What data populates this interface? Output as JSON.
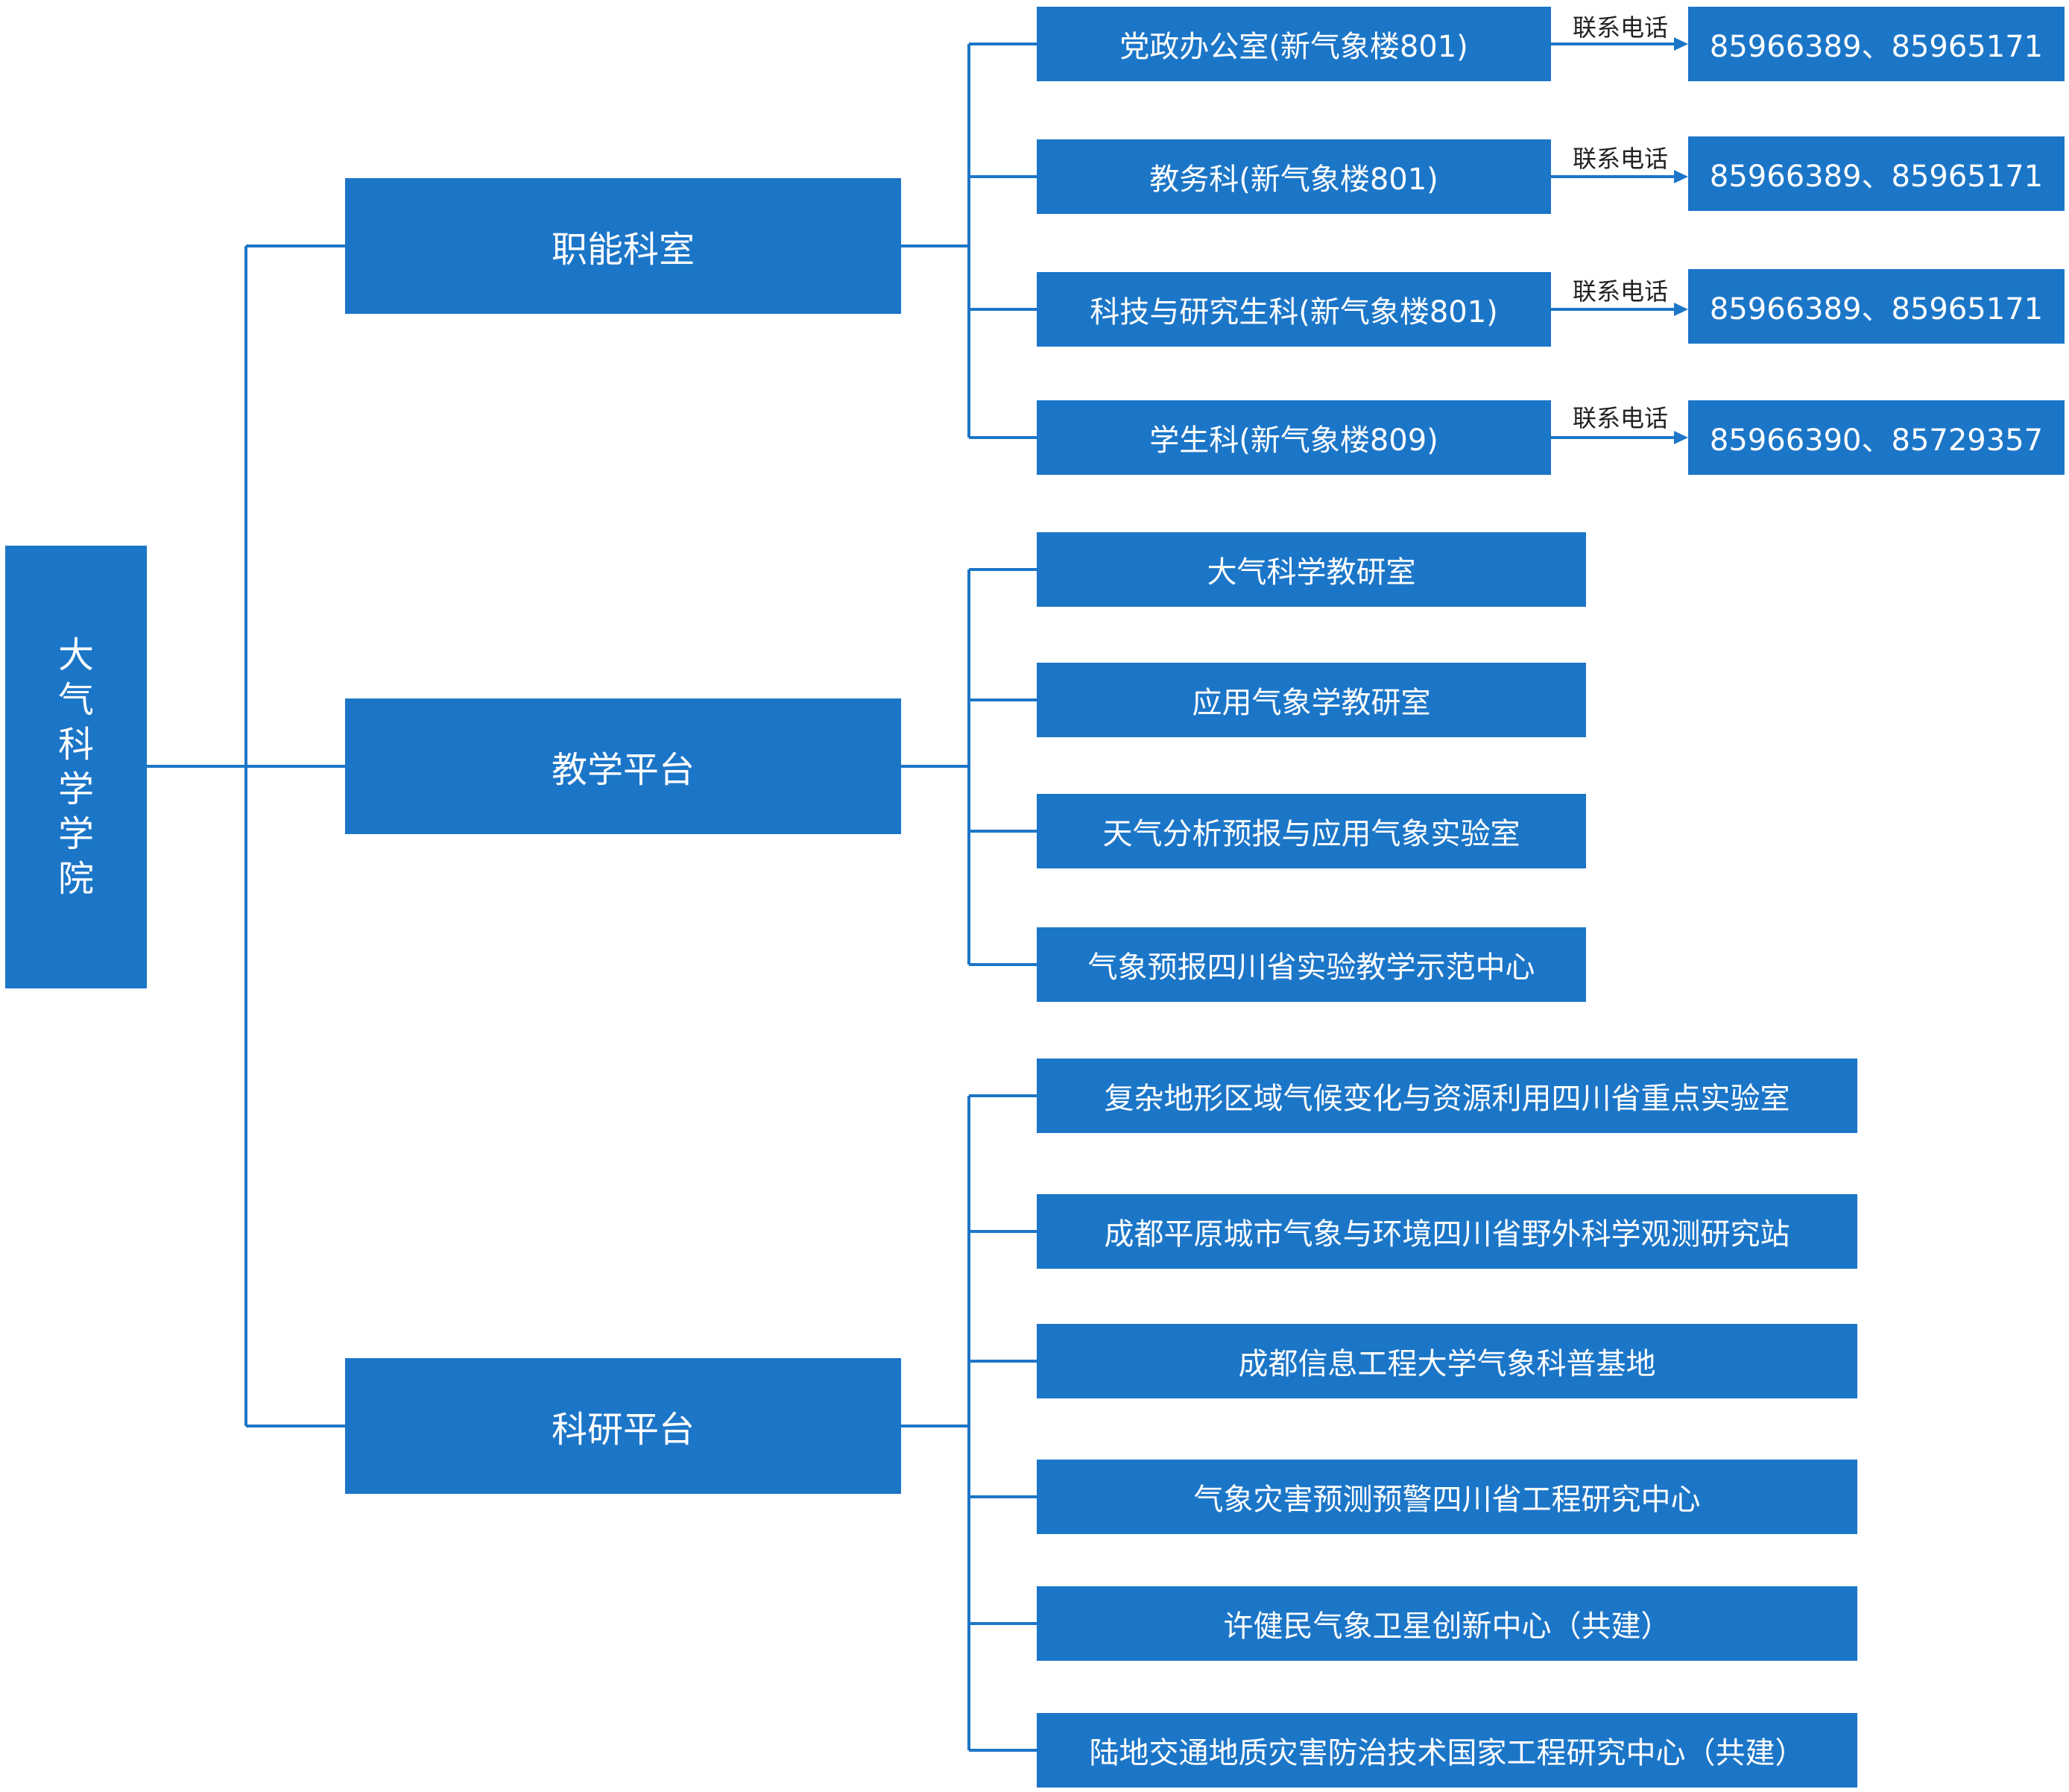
{
  "root": {
    "label": "大气科学学院",
    "chars": [
      "大",
      "气",
      "科",
      "学",
      "学",
      "院"
    ]
  },
  "branches": [
    {
      "label": "职能科室"
    },
    {
      "label": "教学平台"
    },
    {
      "label": "科研平台"
    }
  ],
  "offices": [
    {
      "label": "党政办公室(新气象楼801)",
      "contact_label": "联系电话",
      "phone": "85966389、85965171"
    },
    {
      "label": "教务科(新气象楼801)",
      "contact_label": "联系电话",
      "phone": "85966389、85965171"
    },
    {
      "label": "科技与研究生科(新气象楼801)",
      "contact_label": "联系电话",
      "phone": "85966389、85965171"
    },
    {
      "label": "学生科(新气象楼809)",
      "contact_label": "联系电话",
      "phone": "85966390、85729357"
    }
  ],
  "teaching": [
    {
      "label": "大气科学教研室"
    },
    {
      "label": "应用气象学教研室"
    },
    {
      "label": "天气分析预报与应用气象实验室"
    },
    {
      "label": "气象预报四川省实验教学示范中心"
    }
  ],
  "research": [
    {
      "label": "复杂地形区域气候变化与资源利用四川省重点实验室"
    },
    {
      "label": "成都平原城市气象与环境四川省野外科学观测研究站"
    },
    {
      "label": "成都信息工程大学气象科普基地"
    },
    {
      "label": "气象灾害预测预警四川省工程研究中心"
    },
    {
      "label": "许健民气象卫星创新中心（共建）"
    },
    {
      "label": "陆地交通地质灾害防治技术国家工程研究中心（共建）"
    }
  ],
  "colors": {
    "box": "#1c76c8",
    "line": "#1c76c8",
    "text_on_box": "#ffffff"
  }
}
